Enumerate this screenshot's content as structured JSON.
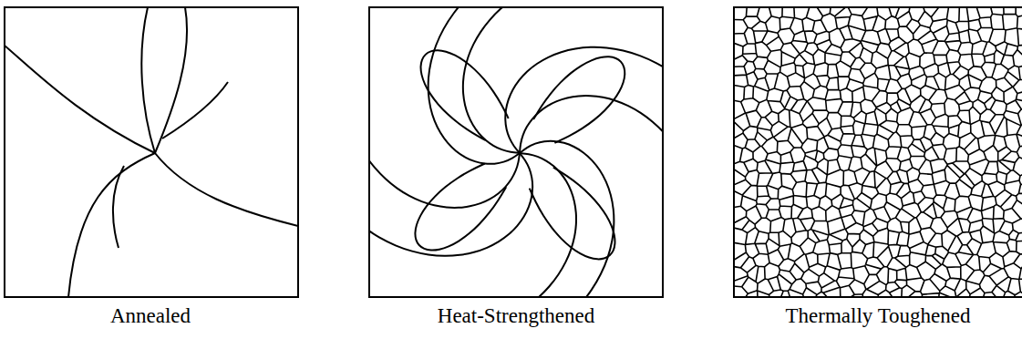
{
  "diagram": {
    "labels": [
      "Annealed",
      "Heat-Strengthened",
      "Thermally Toughened"
    ]
  }
}
